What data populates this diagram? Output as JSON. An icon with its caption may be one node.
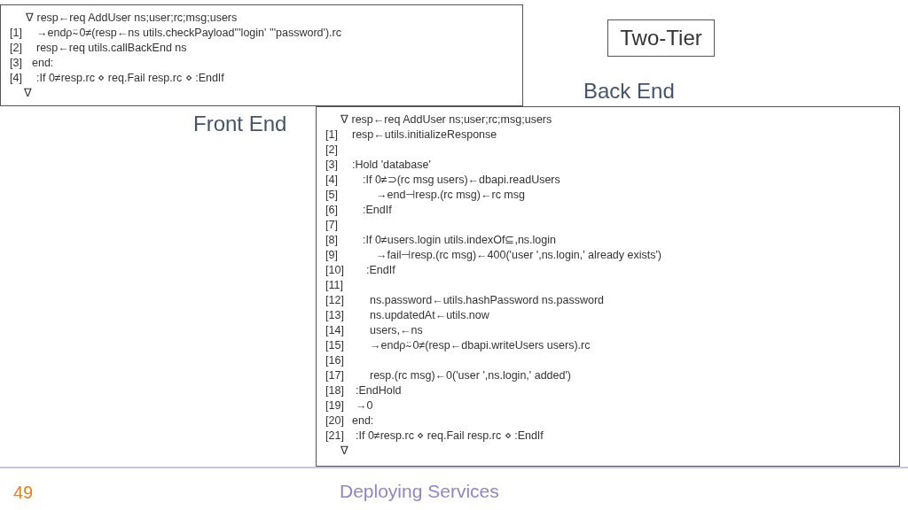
{
  "diagram": {
    "nodes": [
      {
        "text": [
          "∇ resp←req AddUser ns;user;rc;msg;users",
          "[1] →endρ⍨0≠(resp←ns utils.checkPayload'''login' '''password').rc",
          "[2] resp←req utils.callBackEnd ns",
          "[3] end:",
          "[4] :If 0≠resp.rc ⋄ req.Fail resp.rc ⋄ :EndIf",
          "∇"
        ]
      },
      {
        "text": [
          "Two-Tier"
        ]
      },
      {
        "text": [
          "∇ resp←req AddUser ns;user;rc;msg;users",
          "[1] resp←utils.initializeResponse",
          "[2]",
          "[3] :Hold 'database'",
          "[4] :If 0≠⊃(rc msg users)←dbapi.readUsers",
          "[5] →end⊣resp.(rc msg)←rc msg",
          "[6] :EndIf",
          "[7]",
          "[8] :If 0≠users.login utils.indexOf⊆,ns.login",
          "[9] →fail⊣resp.(rc msg)←400('user ',ns.login,' already exists')",
          "[10] :EndIf",
          "[11]",
          "[12] ns.password←utils.hashPassword ns.password",
          "[13] ns.updatedAt←utils.now",
          "[14] users,←ns",
          "[15] →endρ⍨0≠(resp←dbapi.writeUsers users).rc",
          "[16]",
          "[17] resp.(rc msg)←0('user ',ns.login,' added')",
          "[18] :EndHold",
          "[19] →0",
          "[20] end:",
          "[21] :If 0≠resp.rc ⋄ req.Fail resp.rc ⋄ :EndIf",
          "∇"
        ]
      }
    ],
    "labels": [
      "Back End",
      "Front End",
      "49",
      "Deploying Services"
    ]
  }
}
